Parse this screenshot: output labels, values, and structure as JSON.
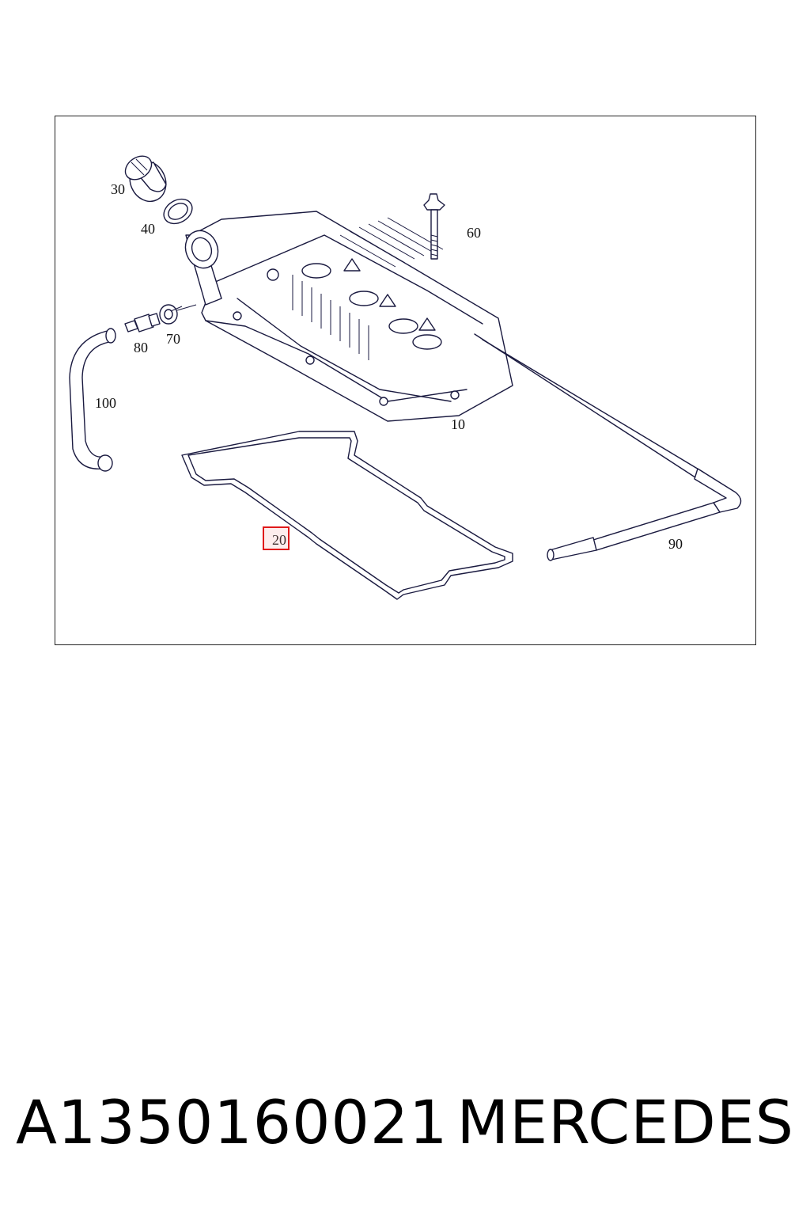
{
  "diagram": {
    "callouts": {
      "p10": "10",
      "p20": "20",
      "p30": "30",
      "p40": "40",
      "p60": "60",
      "p70": "70",
      "p80": "80",
      "p90": "90",
      "p100": "100"
    },
    "highlighted_part": "20",
    "highlight_color": "#e0191a",
    "line_color": "#1a1a40"
  },
  "footer": {
    "part_number": "A1350160021",
    "brand": "MERCEDES"
  }
}
